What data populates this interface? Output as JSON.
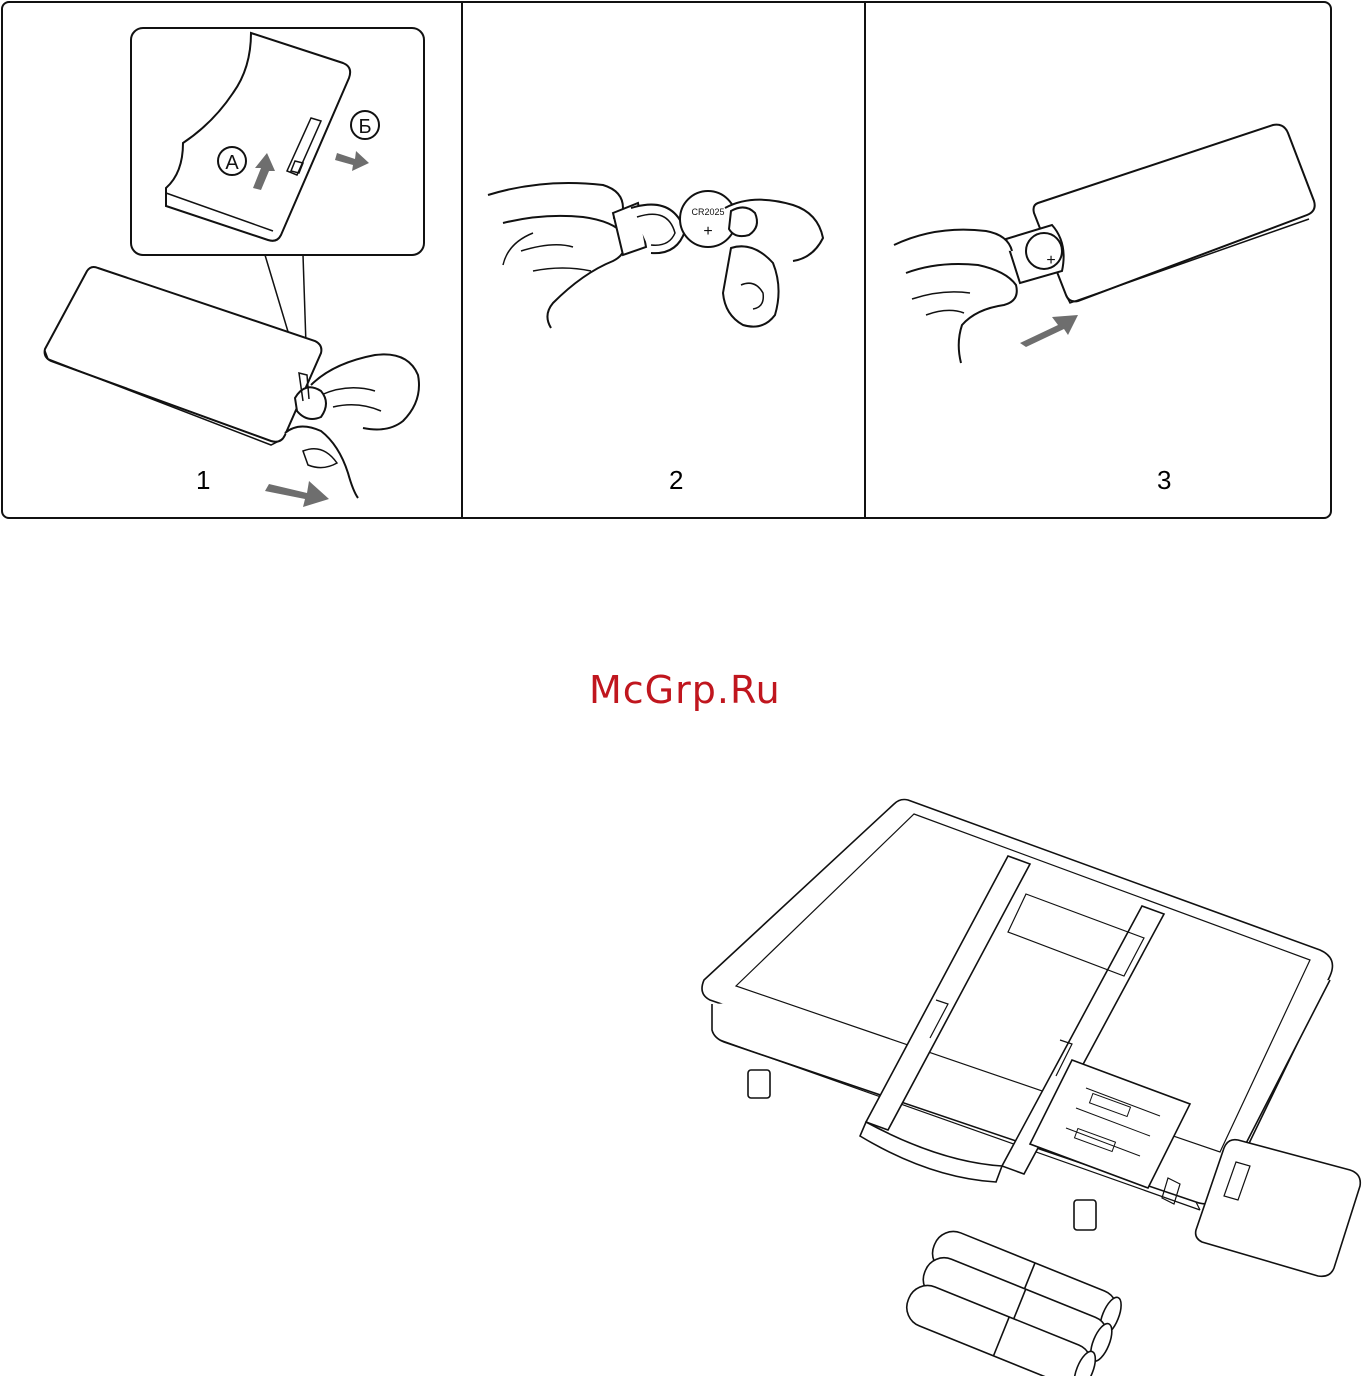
{
  "steps": [
    {
      "number": "1",
      "marker_a": "А",
      "marker_b": "Б"
    },
    {
      "number": "2",
      "battery_label": "CR2025",
      "battery_sign": "+"
    },
    {
      "number": "3",
      "battery_sign": "+"
    }
  ],
  "watermark": "McGrp.Ru",
  "colors": {
    "line": "#111111",
    "arrow": "#6e6e6e",
    "watermark": "#c0161e"
  },
  "icons": [
    "arrow-icon",
    "coin-battery-icon",
    "aa-battery-icon"
  ]
}
